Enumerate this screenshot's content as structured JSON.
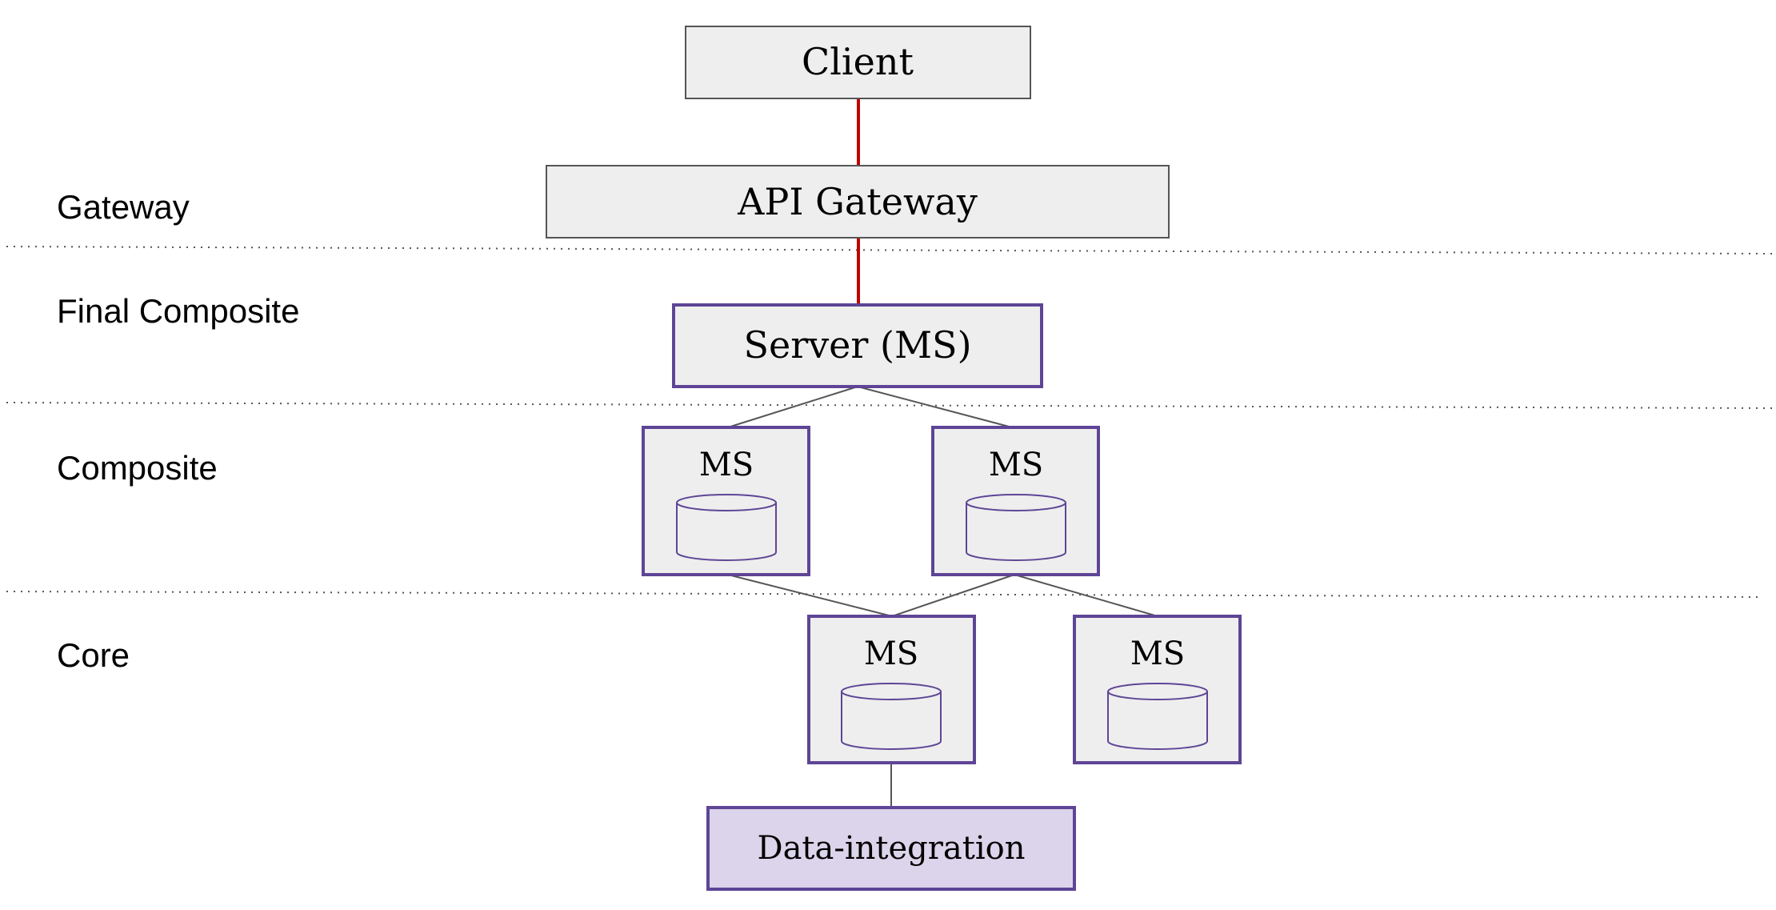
{
  "layers": {
    "gateway": "Gateway",
    "final_composite": "Final Composite",
    "composite": "Composite",
    "core": "Core"
  },
  "nodes": {
    "client": "Client",
    "api_gateway": "API Gateway",
    "server": "Server (MS)",
    "composite_ms_1": "MS",
    "composite_ms_2": "MS",
    "core_ms_1": "MS",
    "core_ms_2": "MS",
    "data_integration": "Data-integration"
  },
  "colors": {
    "box_fill": "#eeeeee",
    "box_border_gray": "#555555",
    "ms_border": "#5e4596",
    "data_integration_fill": "#dcd4ea",
    "red_link": "#c00000",
    "gray_link": "#555555",
    "separator": "#555555"
  }
}
